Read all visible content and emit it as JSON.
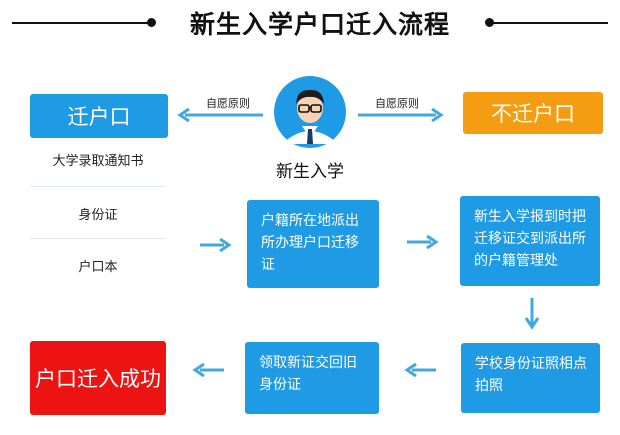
{
  "title": "新生入学户口迁入流程",
  "center": {
    "label": "新生入学"
  },
  "left_branch": {
    "arrow_label": "自愿原则",
    "box_label": "迁户口"
  },
  "right_branch": {
    "arrow_label": "自愿原则",
    "box_label": "不迁户口"
  },
  "requirements": [
    "大学录取通知书",
    "身份证",
    "户口本"
  ],
  "steps": {
    "step1": "户籍所在地派出所办理户口迁移证",
    "step2": "新生入学报到时把迁移证交到派出所的户籍管理处",
    "step3": "学校身份证照相点拍照",
    "step4": "领取新证交回旧身份证",
    "success": "户口迁入成功"
  },
  "colors": {
    "blue": "#1e9be4",
    "orange": "#f49d12",
    "red": "#ee1313",
    "arrow": "#42a8df"
  }
}
